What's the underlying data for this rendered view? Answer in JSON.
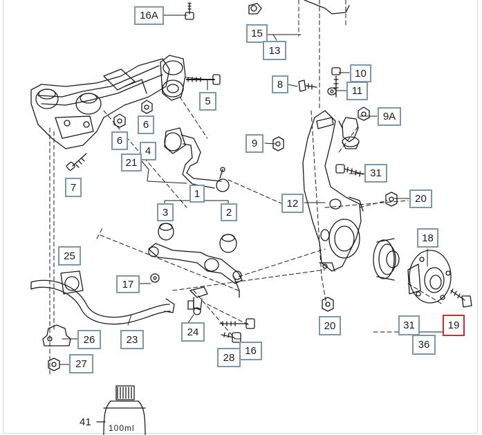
{
  "diagram": {
    "callouts": [
      {
        "id": "c16a",
        "text": "16A"
      },
      {
        "id": "c15",
        "text": "15"
      },
      {
        "id": "c13",
        "text": "13"
      },
      {
        "id": "c5",
        "text": "5"
      },
      {
        "id": "c10",
        "text": "10"
      },
      {
        "id": "c8",
        "text": "8"
      },
      {
        "id": "c11",
        "text": "11"
      },
      {
        "id": "c9a",
        "text": "9A"
      },
      {
        "id": "c6a",
        "text": "6"
      },
      {
        "id": "c6b",
        "text": "6"
      },
      {
        "id": "c4",
        "text": "4"
      },
      {
        "id": "c21",
        "text": "21"
      },
      {
        "id": "c9",
        "text": "9"
      },
      {
        "id": "c31a",
        "text": "31"
      },
      {
        "id": "c7",
        "text": "7"
      },
      {
        "id": "c1",
        "text": "1"
      },
      {
        "id": "c12",
        "text": "12"
      },
      {
        "id": "c20a",
        "text": "20"
      },
      {
        "id": "c3",
        "text": "3"
      },
      {
        "id": "c2",
        "text": "2"
      },
      {
        "id": "c18",
        "text": "18"
      },
      {
        "id": "c25",
        "text": "25"
      },
      {
        "id": "c17",
        "text": "17"
      },
      {
        "id": "c20b",
        "text": "20"
      },
      {
        "id": "c31b",
        "text": "31"
      },
      {
        "id": "c19",
        "text": "19",
        "selected": true
      },
      {
        "id": "c26",
        "text": "26"
      },
      {
        "id": "c23",
        "text": "23"
      },
      {
        "id": "c24",
        "text": "24"
      },
      {
        "id": "c16",
        "text": "16"
      },
      {
        "id": "c28",
        "text": "28"
      },
      {
        "id": "c36",
        "text": "36"
      },
      {
        "id": "c27",
        "text": "27"
      }
    ],
    "label_41": "41",
    "bottle_label": "100ml"
  },
  "colors": {
    "callout_border": "#7b97a8",
    "selected_border": "#d9262c",
    "line": "#1a1a1a"
  }
}
